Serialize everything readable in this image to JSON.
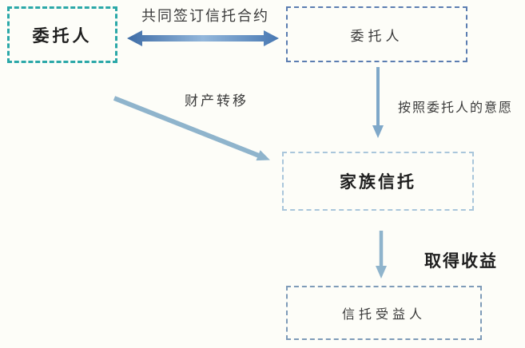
{
  "page": {
    "background_color": "#FDFDF8"
  },
  "diagram": {
    "nodes": {
      "settlor_left": {
        "label": "委托人",
        "border_color": "#2BA8A8",
        "bold": true
      },
      "settlor_right": {
        "label": "委托人",
        "border_color": "#5B7DB1",
        "bold": false
      },
      "family_trust": {
        "label": "家族信托",
        "border_color": "#A9C6DB",
        "bold": true
      },
      "beneficiary": {
        "label": "信托受益人",
        "border_color": "#7E9BB8",
        "bold": false
      }
    },
    "edges": {
      "sign_contract": {
        "label": "共同签订信托合约",
        "type": "double-arrow",
        "color_dark": "#3E6CA6",
        "color_light": "#93B7DB",
        "from": "settlor_left",
        "to": "settlor_right"
      },
      "property_transfer": {
        "label": "财产转移",
        "type": "arrow",
        "color": "#8FB4CC",
        "from": "settlor_left",
        "to": "family_trust"
      },
      "settlor_wish": {
        "label": "按照委托人的意愿",
        "type": "arrow",
        "color": "#7FA8C9",
        "from": "settlor_right",
        "to": "family_trust"
      },
      "receive_income": {
        "label": "取得收益",
        "type": "arrow",
        "color": "#8FB4CC",
        "from": "family_trust",
        "to": "beneficiary"
      }
    }
  }
}
